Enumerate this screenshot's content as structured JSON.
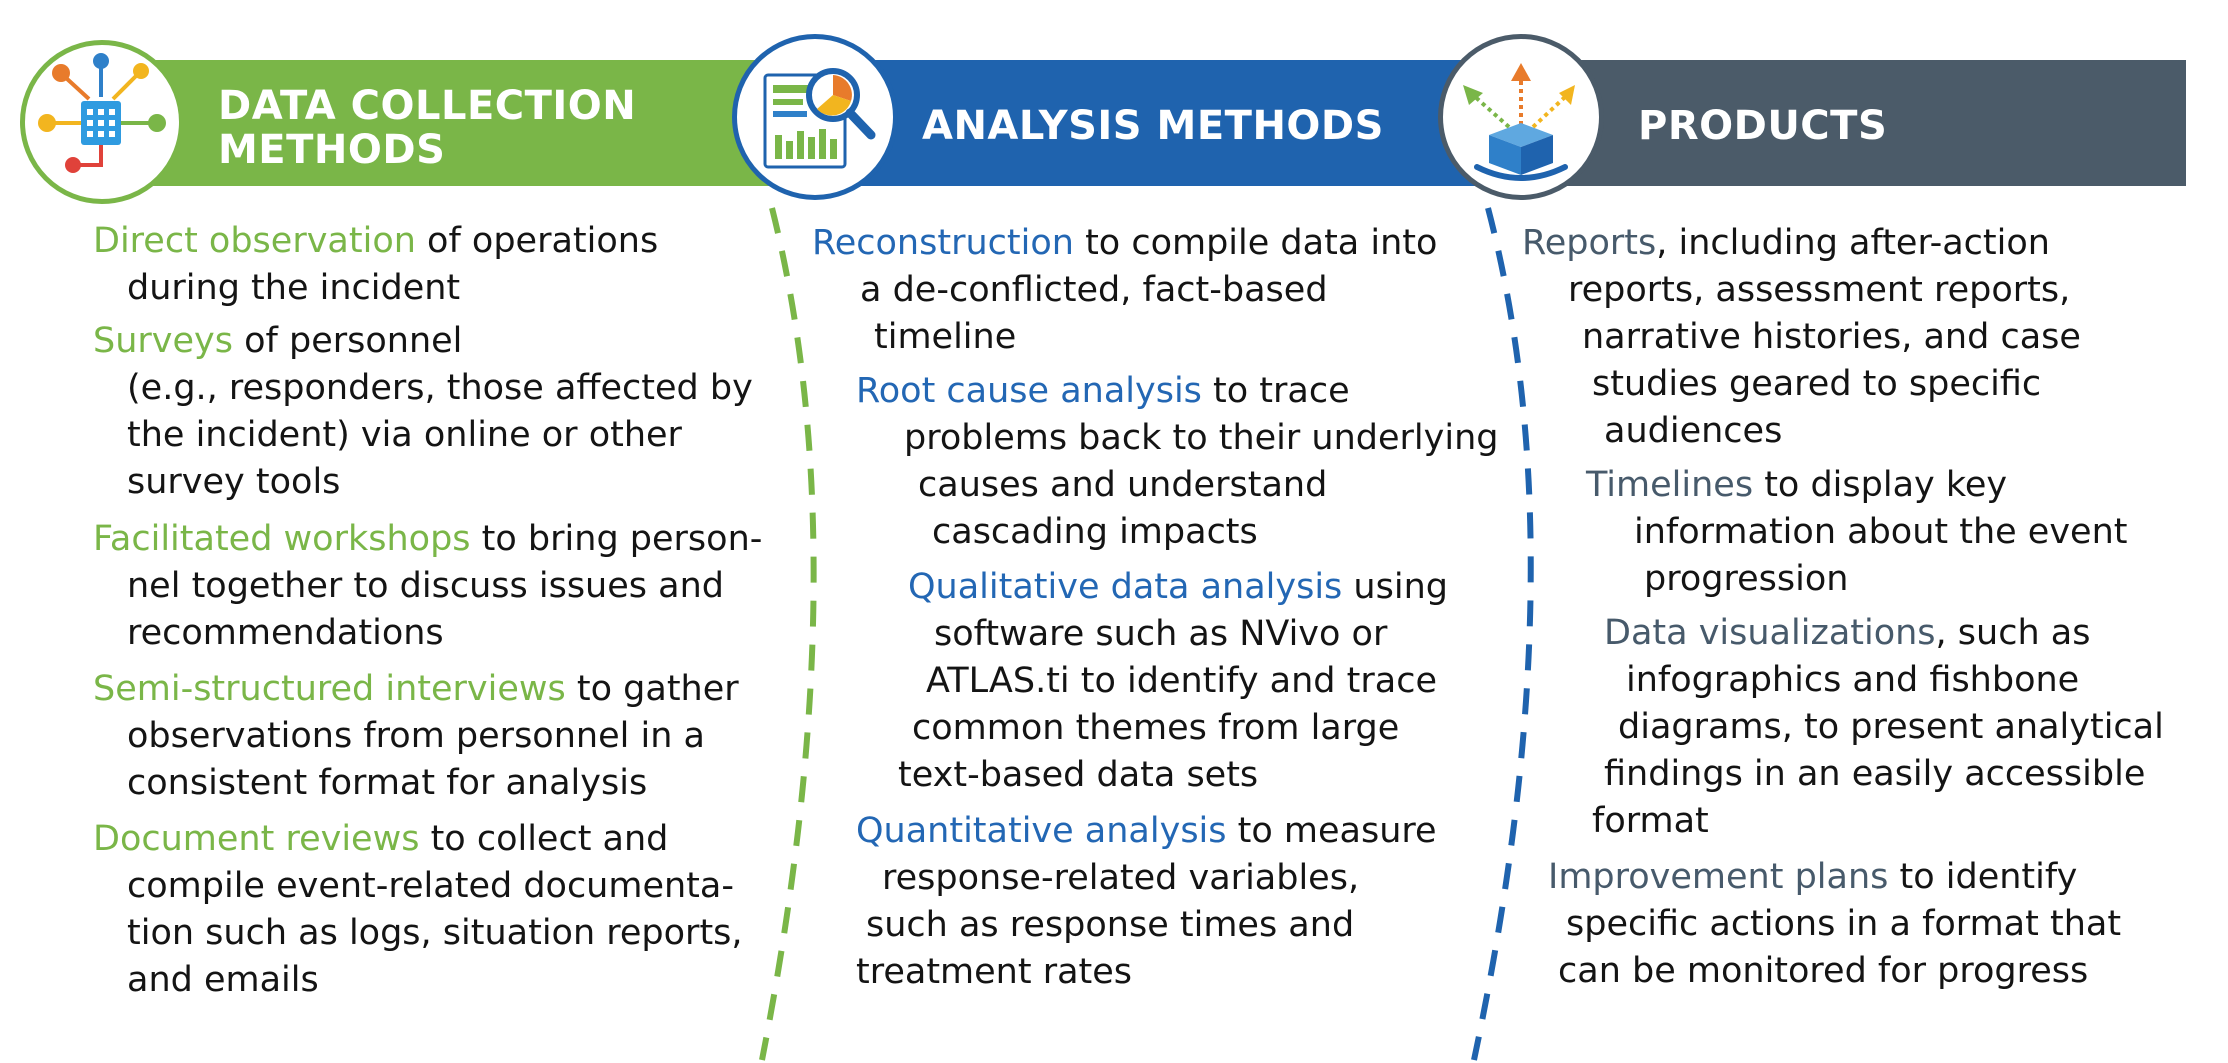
{
  "colors": {
    "green": "#7ab648",
    "blue": "#1f63ae",
    "slate": "#4b5b69",
    "green_text": "#7ab648",
    "blue_text": "#2367b4",
    "slate_text": "#475a6b"
  },
  "columns": [
    {
      "id": "data-collection",
      "title_lines": [
        "DATA COLLECTION",
        "METHODS"
      ],
      "icon": "data-network-icon",
      "items": [
        {
          "highlight": "Direct observation",
          "lines": [
            " of operations",
            "during the incident"
          ]
        },
        {
          "highlight": "Surveys",
          "lines": [
            " of personnel",
            "(e.g., responders, those affected by",
            "the incident) via online or other",
            "survey tools"
          ]
        },
        {
          "highlight": "Facilitated workshops",
          "lines": [
            " to bring person-",
            "nel together to discuss issues and",
            "recommendations"
          ]
        },
        {
          "highlight": "Semi-structured interviews",
          "lines": [
            " to gather",
            "observations from personnel in a",
            "consistent format for analysis"
          ]
        },
        {
          "highlight": "Document reviews",
          "lines": [
            " to collect and",
            "compile event-related documenta-",
            "tion such as logs, situation reports,",
            "and emails"
          ]
        }
      ]
    },
    {
      "id": "analysis",
      "title_lines": [
        "ANALYSIS METHODS"
      ],
      "icon": "magnifier-report-icon",
      "items": [
        {
          "highlight": "Reconstruction",
          "lines": [
            " to compile data into",
            "a de-conflicted, fact-based",
            "timeline"
          ]
        },
        {
          "highlight": "Root cause analysis",
          "lines": [
            " to trace",
            "problems back to their underlying",
            "causes and understand",
            "cascading impacts"
          ]
        },
        {
          "highlight": "Qualitative data analysis",
          "lines": [
            " using",
            "software such as NVivo or",
            "ATLAS.ti to identify and trace",
            "common themes from large",
            "text-based data sets"
          ]
        },
        {
          "highlight": "Quantitative analysis",
          "lines": [
            " to measure",
            "response-related variables,",
            "such as response times and",
            "treatment rates"
          ]
        }
      ]
    },
    {
      "id": "products",
      "title_lines": [
        "PRODUCTS"
      ],
      "icon": "open-box-icon",
      "items": [
        {
          "highlight": "Reports",
          "lines": [
            ", including after-action",
            "reports, assessment reports,",
            "narrative histories, and case",
            "studies geared to specific",
            "audiences"
          ]
        },
        {
          "highlight": "Timelines",
          "lines": [
            " to display key",
            "information about the event",
            "progression"
          ]
        },
        {
          "highlight": "Data visualizations",
          "lines": [
            ", such as",
            "infographics and fishbone",
            "diagrams, to present analytical",
            "findings in an easily accessible",
            "format"
          ]
        },
        {
          "highlight": "Improvement plans",
          "lines": [
            " to identify",
            "specific actions in a format that",
            "can be monitored for progress"
          ]
        }
      ]
    }
  ]
}
